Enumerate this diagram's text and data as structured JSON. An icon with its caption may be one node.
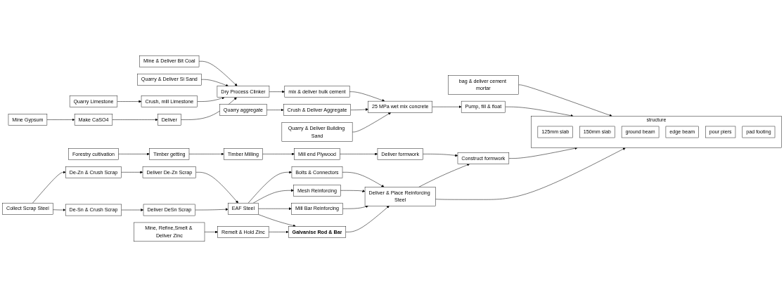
{
  "diagram": {
    "nodes": [
      {
        "text": [
          "Mine & Deliver Bit Coal"
        ]
      },
      {
        "text": [
          "Quarry & Deliver Si Sand"
        ]
      },
      {
        "text": [
          "Dry Process Clinker"
        ]
      },
      {
        "text": [
          "Quarry Limestone"
        ]
      },
      {
        "text": [
          "Crush, mill Limestone"
        ]
      },
      {
        "text": [
          "Mine Gypsum"
        ]
      },
      {
        "text": [
          "Make CaSO4"
        ]
      },
      {
        "text": [
          "Deliver"
        ]
      },
      {
        "text": [
          "mix & deliver bulk cement"
        ]
      },
      {
        "text": [
          "bag & deliver cement mortar"
        ]
      },
      {
        "text": [
          "Quarry aggregate"
        ]
      },
      {
        "text": [
          "Crush & Deliver Aggregate"
        ]
      },
      {
        "text": [
          "25 MPa wet mix concrete"
        ]
      },
      {
        "text": [
          "Quarry & Deliver Building Sand"
        ]
      },
      {
        "text": [
          "Pump, fill & float"
        ]
      },
      {
        "text": [
          "Forestry cultivation"
        ]
      },
      {
        "text": [
          "Timber getting"
        ]
      },
      {
        "text": [
          "Timber Milling"
        ]
      },
      {
        "text": [
          "Mill end Plywood"
        ]
      },
      {
        "text": [
          "Deliver formwork"
        ]
      },
      {
        "text": [
          "Construct formwork"
        ]
      },
      {
        "text": [
          "Collect Scrap Steel"
        ]
      },
      {
        "text": [
          "De-Zn & Crush Scrap"
        ]
      },
      {
        "text": [
          "Deliver De-Zn Scrap"
        ]
      },
      {
        "text": [
          "EAF Steel"
        ]
      },
      {
        "text": [
          "Bolts & Connectors"
        ]
      },
      {
        "text": [
          "Mesh Reinforcing"
        ]
      },
      {
        "text": [
          "Mill Bar Reinforcing"
        ]
      },
      {
        "text": [
          "Deliver & Place Reinforcing Steel"
        ]
      },
      {
        "text": [
          "De-Sn & Crush Scrap"
        ]
      },
      {
        "text": [
          "Deliver DeSn Scrap"
        ]
      },
      {
        "text": [
          "Galvanise Rod & Bar"
        ]
      },
      {
        "text": [
          "Mine, Refine,Smelt & Deliver Zinc"
        ]
      },
      {
        "text": [
          "Remelt & Hold Zinc"
        ]
      },
      {
        "text": [
          "structure"
        ]
      },
      {
        "text": [
          "125mm slab"
        ],
        "in": 34
      },
      {
        "text": [
          "150mm slab"
        ],
        "in": 34
      },
      {
        "text": [
          "ground beam"
        ],
        "in": 34
      },
      {
        "text": [
          "edge  beam"
        ],
        "in": 34
      },
      {
        "text": [
          "pour piers"
        ],
        "in": 34
      },
      {
        "text": [
          "pad footing"
        ],
        "in": 34
      }
    ],
    "edges": [
      {
        "from": 0,
        "to": 2,
        "arrow": "to"
      },
      {
        "from": 1,
        "to": 2,
        "arrow": "to"
      },
      {
        "from": 4,
        "to": 2,
        "arrow": "to"
      },
      {
        "from": 7,
        "to": 2,
        "arrow": "to"
      },
      {
        "from": 3,
        "to": 4,
        "arrow": "to"
      },
      {
        "from": 5,
        "to": 6,
        "arrow": "to"
      },
      {
        "from": 6,
        "to": 7,
        "arrow": "to"
      },
      {
        "from": 2,
        "to": 8,
        "arrow": "to"
      },
      {
        "from": 8,
        "to": 12,
        "arrow": "to"
      },
      {
        "from": 10,
        "to": 11,
        "arrow": "to"
      },
      {
        "from": 11,
        "to": 12,
        "arrow": "to"
      },
      {
        "from": 13,
        "to": 12,
        "arrow": "to"
      },
      {
        "from": 12,
        "to": 14,
        "arrow": "to"
      },
      {
        "from": 9,
        "to": 34,
        "arrow": "to"
      },
      {
        "from": 14,
        "to": 34,
        "arrow": "to"
      },
      {
        "from": 15,
        "to": 16,
        "arrow": "to"
      },
      {
        "from": 16,
        "to": 17,
        "arrow": "to"
      },
      {
        "from": 17,
        "to": 18,
        "arrow": "to"
      },
      {
        "from": 18,
        "to": 19,
        "arrow": "to"
      },
      {
        "from": 19,
        "to": 20,
        "arrow": "to"
      },
      {
        "from": 20,
        "to": 34,
        "arrow": "to"
      },
      {
        "from": 28,
        "to": 20,
        "arrow": "to"
      },
      {
        "from": 28,
        "to": 34,
        "arrow": "to"
      },
      {
        "from": 21,
        "to": 22,
        "arrow": "to"
      },
      {
        "from": 21,
        "to": 29,
        "arrow": "to"
      },
      {
        "from": 22,
        "to": 23,
        "arrow": "to"
      },
      {
        "from": 29,
        "to": 30,
        "arrow": "to"
      },
      {
        "from": 23,
        "to": 24,
        "arrow": "to"
      },
      {
        "from": 30,
        "to": 24,
        "arrow": "to"
      },
      {
        "from": 24,
        "to": 25,
        "arrow": "to"
      },
      {
        "from": 24,
        "to": 26,
        "arrow": "to"
      },
      {
        "from": 24,
        "to": 27,
        "arrow": "to"
      },
      {
        "from": 24,
        "to": 31,
        "arrow": "to"
      },
      {
        "from": 32,
        "to": 33,
        "arrow": "to"
      },
      {
        "from": 33,
        "to": 31,
        "arrow": "to"
      },
      {
        "from": 25,
        "to": 28,
        "arrow": "to"
      },
      {
        "from": 26,
        "to": 28,
        "arrow": "to"
      },
      {
        "from": 27,
        "to": 28,
        "arrow": "to"
      },
      {
        "from": 31,
        "to": 28,
        "arrow": "to"
      }
    ]
  }
}
